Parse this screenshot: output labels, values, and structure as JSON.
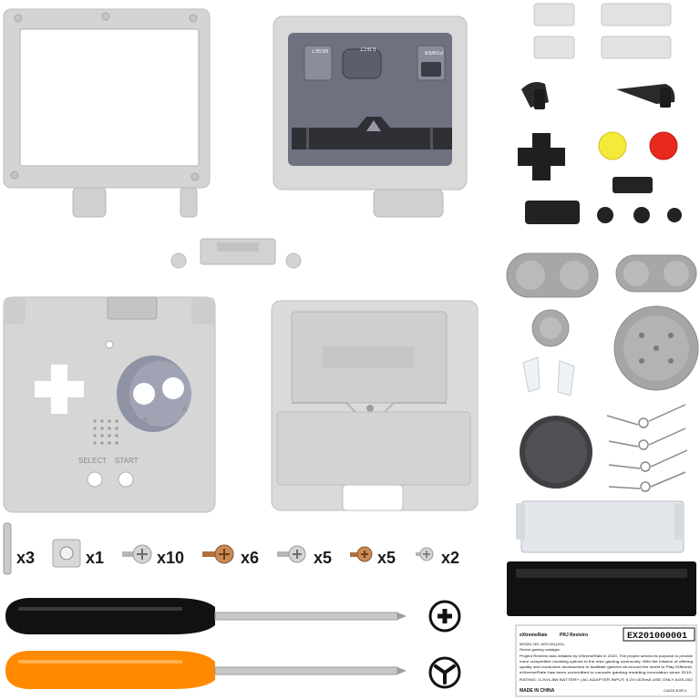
{
  "product_photo": {
    "face_shell": {
      "reset_label": "RESET",
      "eject_label": "EJECT",
      "power_label": "POWER"
    },
    "back_shell": {
      "b_label": "B",
      "a_label": "A",
      "select_label": "SELECT",
      "start_label": "START"
    },
    "quantities": {
      "pins": "x3",
      "nut": "x1",
      "screws_large": "x10",
      "screws_copper": "x6",
      "screws_medium": "x5",
      "screws_copper_small": "x5",
      "screws_small": "x2"
    },
    "screwdriver_colors": {
      "cross": "#111111",
      "y_tip": "#ff8a00"
    },
    "bit_icons": [
      "cross-bit-icon",
      "y-bit-icon"
    ],
    "button_colors": {
      "a_button": "#f5e93a",
      "b_button": "#e8291c"
    },
    "label_card": {
      "brand": "eXtremeRate",
      "product": "PRJ Revivtro",
      "serial": "EX201000001",
      "model_line": "MODEL NO. AGS-001(101)",
      "tagline": "Revive gaming nostalgia.",
      "body_line_1": "Project Revivtro was initiated by eXtremeRate in 2020. The project serves its purpose to provide",
      "body_line_2": "more competitive modding options to the retro gaming community. With the mission of offering",
      "body_line_3": "quality and conducive accessories to facilitate gamers all around the world to Play Different,",
      "body_line_4": "eXtremeRate has been committed to console gaming modding innovation since 2010.",
      "rating_line": "RATING: 3.2V/1.8W BATTERY | AC ADAPTER INPUT: 5.2V=320mA USE ONLY AGS-002",
      "origin": "MADE IN CHINA",
      "code": "C/AGS-EXR-1"
    }
  }
}
